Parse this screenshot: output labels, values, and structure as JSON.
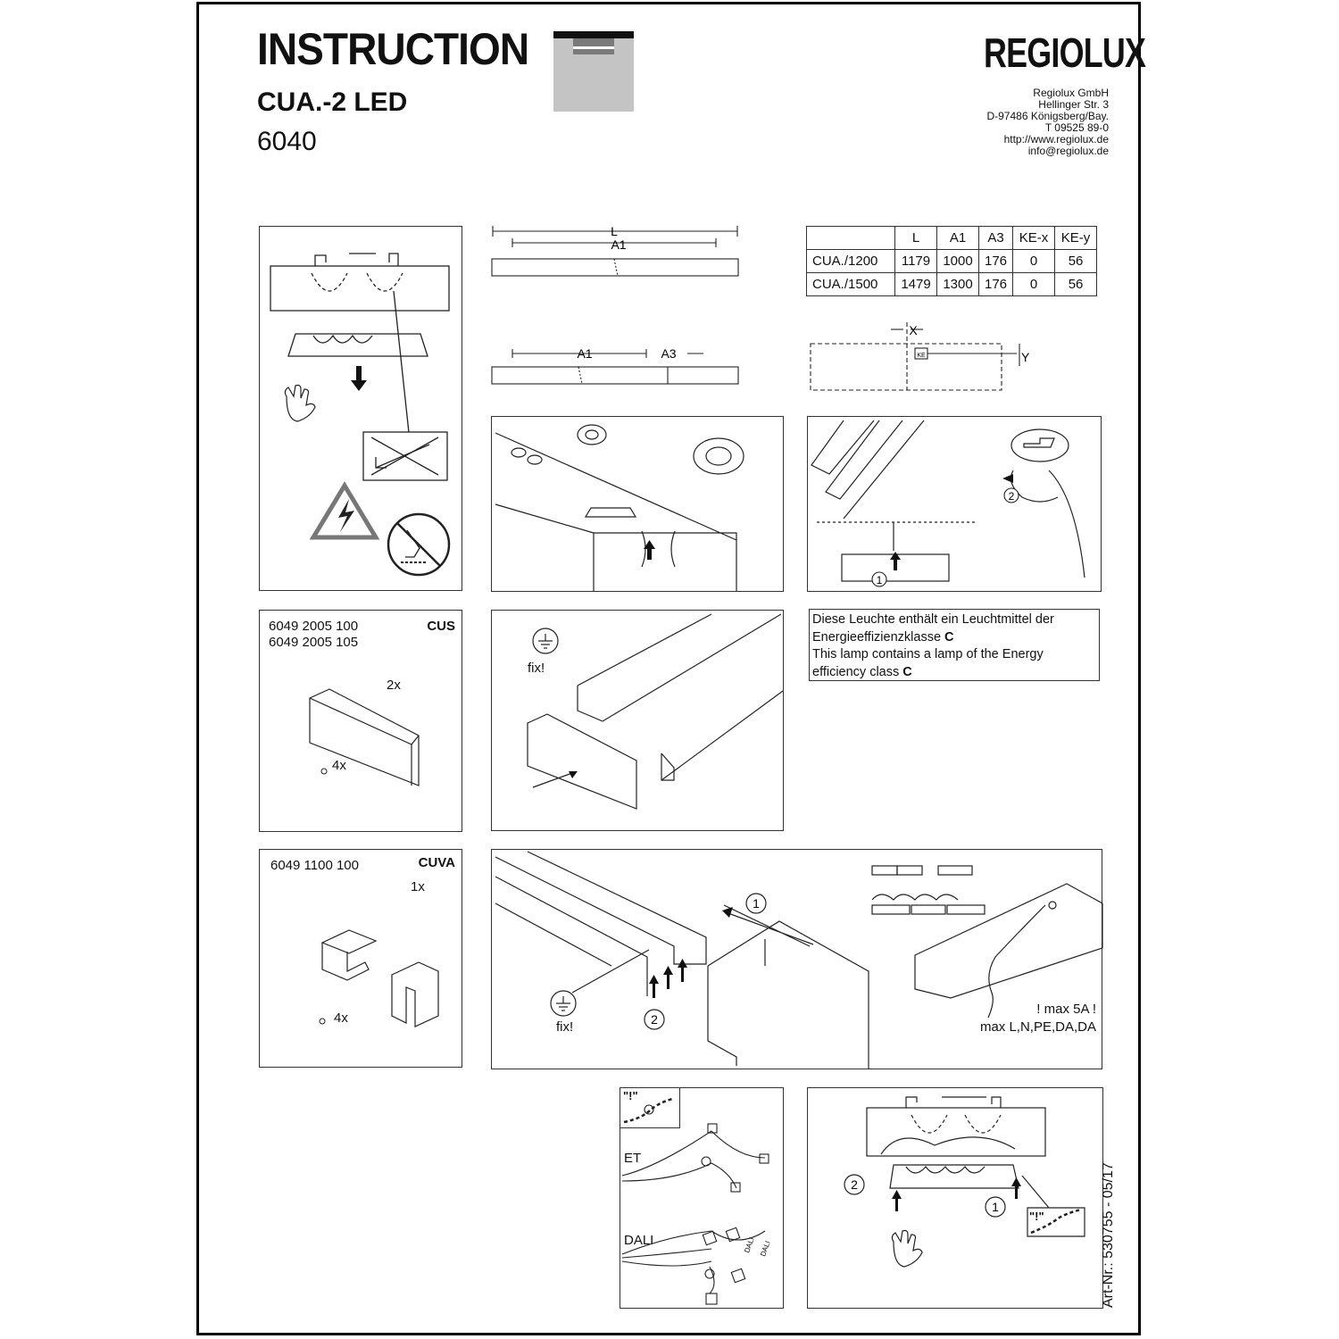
{
  "header": {
    "title": "INSTRUCTION",
    "product": "CUA.-2 LED",
    "article": "6040",
    "brand": "REGIOLUX",
    "address": [
      "Regiolux GmbH",
      "Hellinger Str. 3",
      "D-97486 Königsberg/Bay.",
      "T 09525 89-0",
      "http://www.regiolux.de",
      "info@regiolux.de"
    ]
  },
  "dimension_diagram": {
    "labels": [
      "L",
      "A1",
      "A1",
      "A3",
      "X",
      "Y",
      "KE"
    ]
  },
  "dimension_table": {
    "headers": [
      "",
      "L",
      "A1",
      "A3",
      "KE-x",
      "KE-y"
    ],
    "rows": [
      [
        "CUA./1200",
        "1179",
        "1000",
        "176",
        "0",
        "56"
      ],
      [
        "CUA./1500",
        "1479",
        "1300",
        "176",
        "0",
        "56"
      ]
    ]
  },
  "cus_panel": {
    "codes": [
      "6049 2005 100",
      "6049 2005 105"
    ],
    "name": "CUS",
    "qty_part": "2x",
    "qty_screw": "4x"
  },
  "cuva_panel": {
    "code": "6049 1100 100",
    "name": "CUVA",
    "qty_part": "1x",
    "qty_screw": "4x"
  },
  "ground_label": "fix!",
  "energy_note": {
    "de_prefix": "Diese Leuchte enthält ein Leuchtmittel der Energieeffizienzklasse ",
    "de_class": "C",
    "en_prefix": "This lamp contains a lamp of the Energy efficiency class ",
    "en_class": "C"
  },
  "wiring": {
    "max_current": "! max 5A !",
    "max_conductors": "max  L,N,PE,DA,DA",
    "et_label": "ET",
    "dali_label": "DALI",
    "warn_label": "\"!\"",
    "dali_tags": [
      "DALI",
      "DALI"
    ]
  },
  "steps": [
    "1",
    "2"
  ],
  "footer": {
    "art_nr": "Art-Nr.: 530755 - 05/17"
  }
}
